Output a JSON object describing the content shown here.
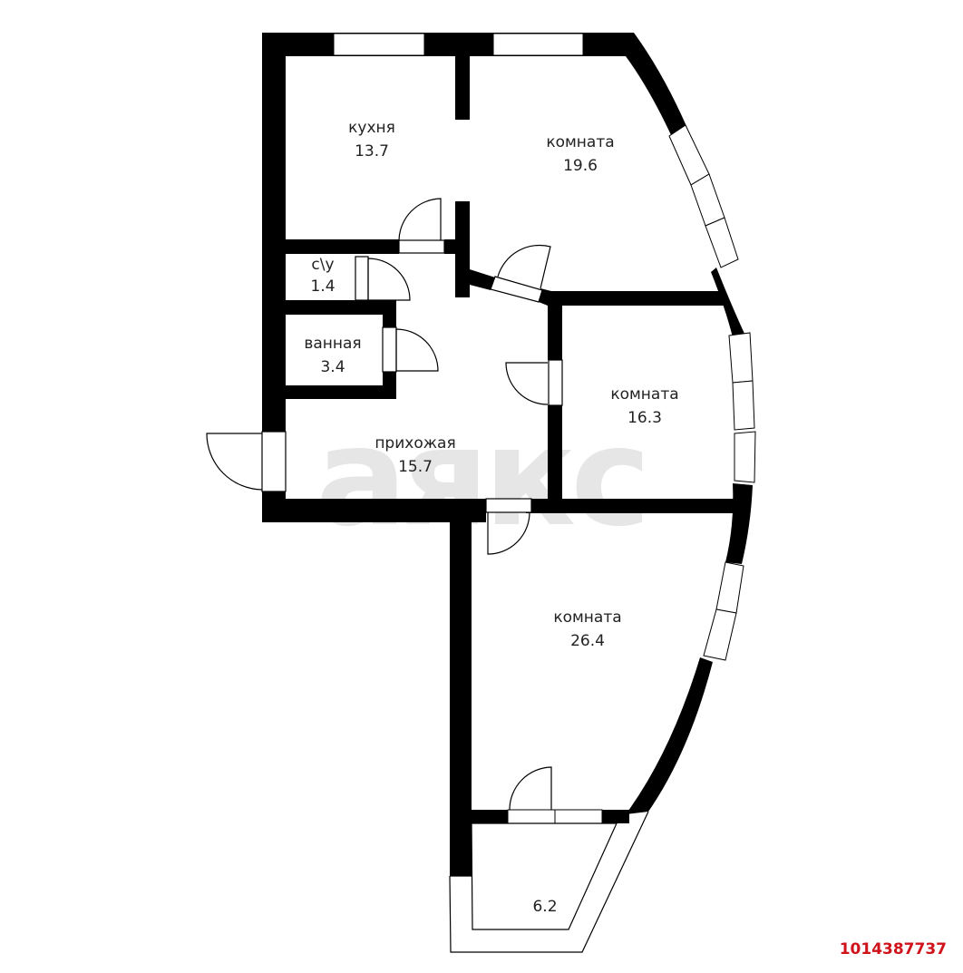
{
  "plan": {
    "watermark": "аякс",
    "rooms": [
      {
        "id": "kitchen",
        "name": "кухня",
        "area": "13.7"
      },
      {
        "id": "room1",
        "name": "комната",
        "area": "19.6"
      },
      {
        "id": "wc",
        "name": "с\\у",
        "area": "1.4"
      },
      {
        "id": "bathroom",
        "name": "ванная",
        "area": "3.4"
      },
      {
        "id": "room2",
        "name": "комната",
        "area": "16.3"
      },
      {
        "id": "hallway",
        "name": "прихожая",
        "area": "15.7"
      },
      {
        "id": "room3",
        "name": "комната",
        "area": "26.4"
      },
      {
        "id": "balcony",
        "name": "",
        "area": "6.2"
      }
    ],
    "colors": {
      "wall": "#000000",
      "background": "#ffffff",
      "watermark": "#e6e6e6",
      "listing_id": "#d0121b"
    }
  },
  "listing_id": "1014387737"
}
